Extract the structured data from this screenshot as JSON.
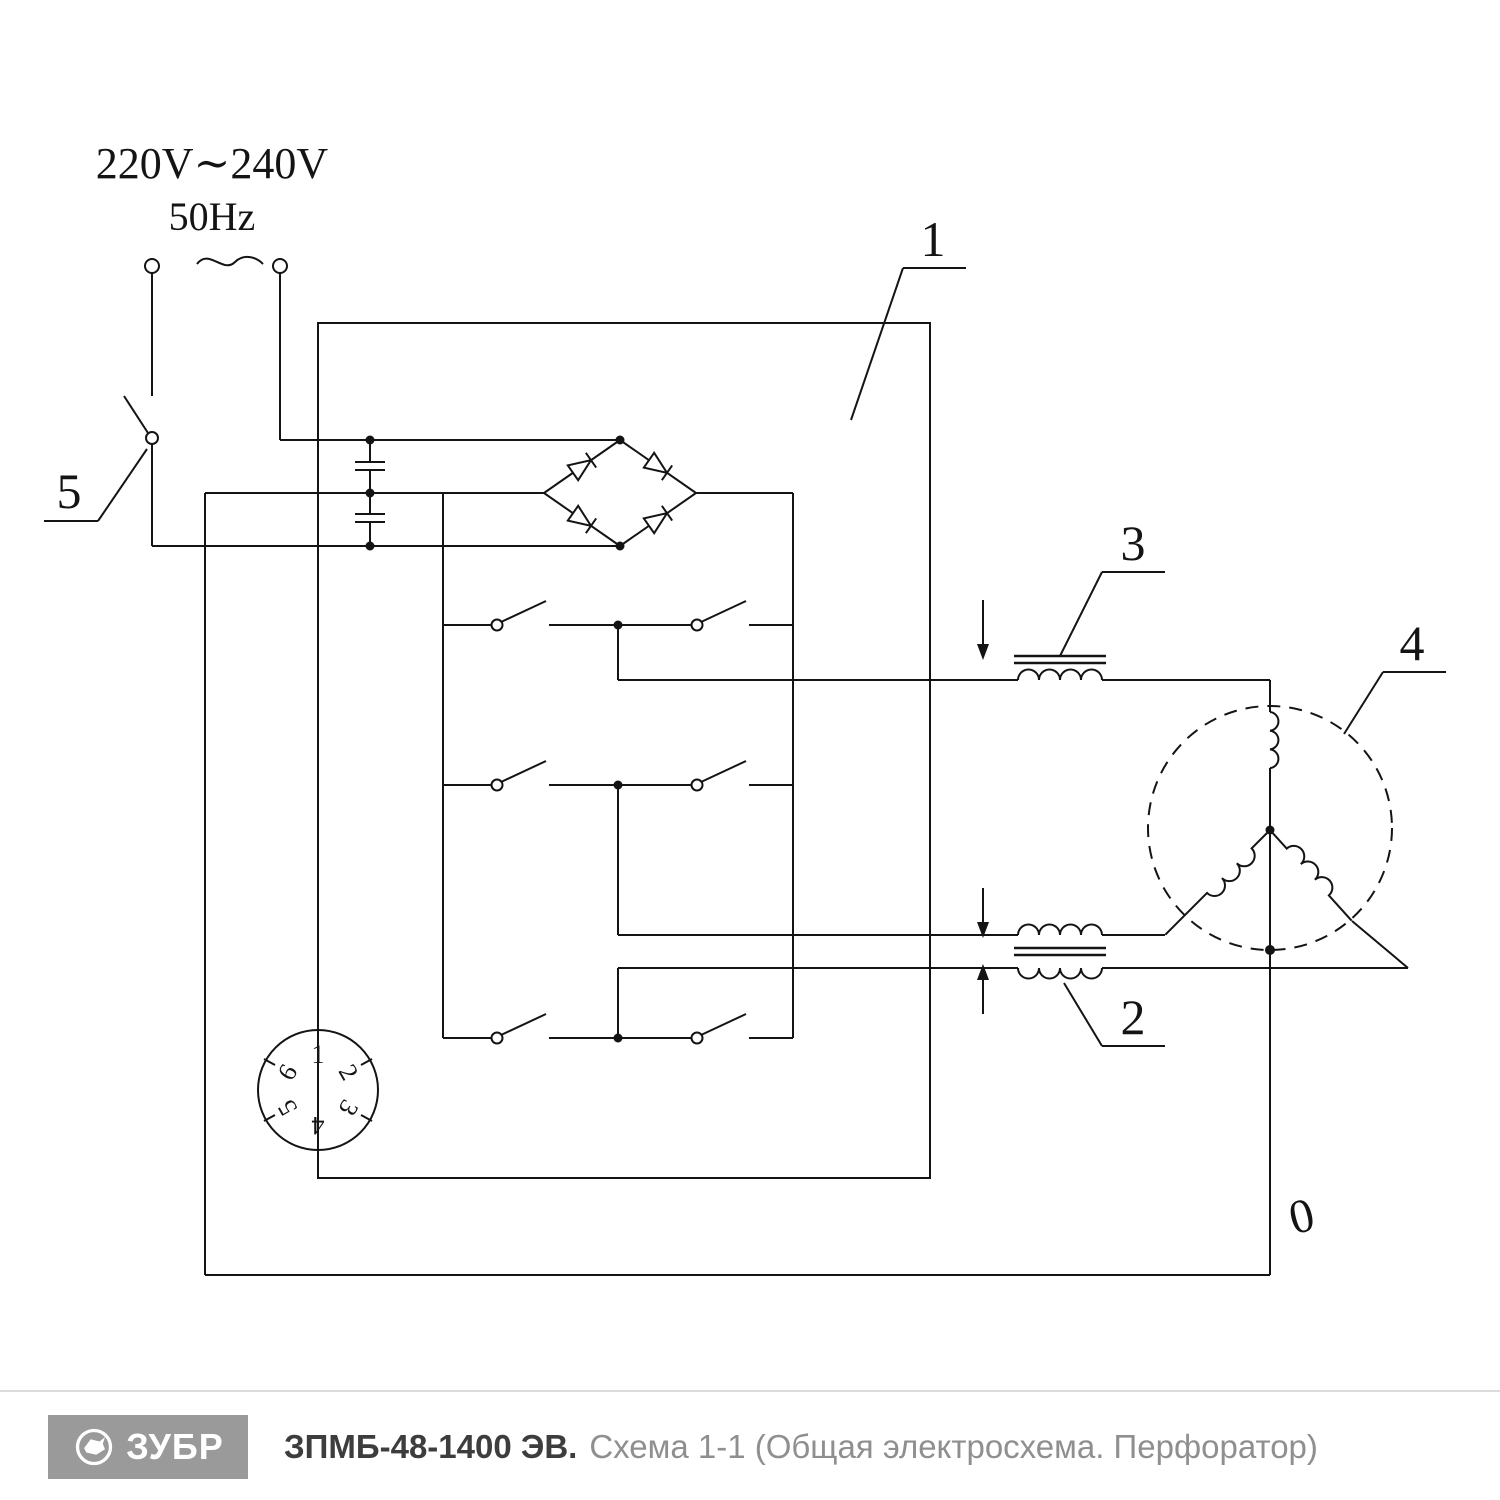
{
  "power": {
    "voltage": "220V∼240V",
    "frequency": "50Hz"
  },
  "callouts": {
    "1": "1",
    "2": "2",
    "3": "3",
    "4": "4",
    "5": "5"
  },
  "neutral": "0",
  "connector": {
    "pins": [
      "1",
      "2",
      "3",
      "4",
      "5",
      "6"
    ]
  },
  "footer": {
    "brand": "ЗУБР",
    "model": "ЗПМБ-48-1400 ЭВ.",
    "description": "Схема 1-1 (Общая электросхема. Перфоратор)"
  },
  "colors": {
    "line": "#141414",
    "footer_bar": "#9a9a9a",
    "model_text": "#3d3d3d",
    "description_text": "#8f8f8f"
  }
}
